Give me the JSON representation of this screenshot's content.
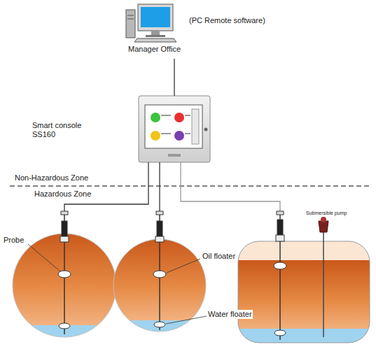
{
  "diagram": {
    "nodes": [
      {
        "text": [
          "(PC Remote software)",
          "Manager Office"
        ]
      },
      {
        "text": [
          "Smart console SS160"
        ]
      }
    ],
    "edges": [
      {
        "from": 0,
        "to": 1,
        "arrow": "none"
      }
    ],
    "labels": [
      "Non-Hazardous Zone",
      "Hazardous Zone",
      "Probe",
      "Oil floater",
      "Water floater",
      "Submersible pump"
    ]
  }
}
